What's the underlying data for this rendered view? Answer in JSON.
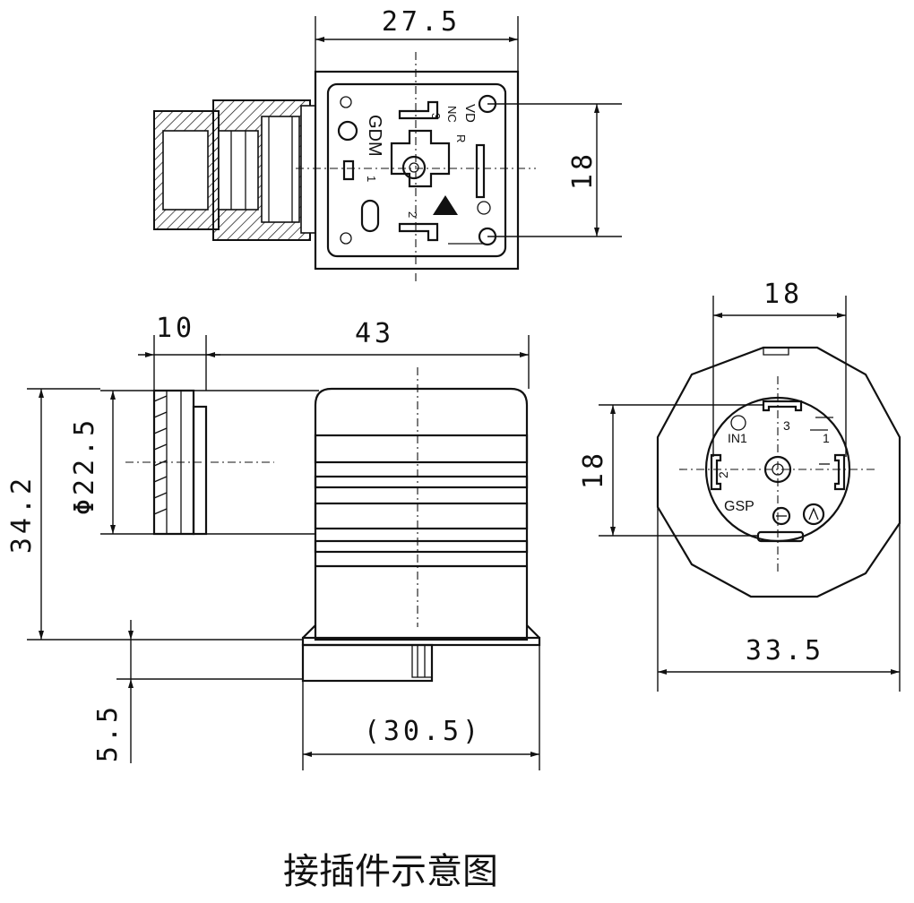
{
  "dimensions": {
    "top_width": "27.5",
    "top_height": "18",
    "side_nut_length": "10",
    "side_body_length": "43",
    "side_diameter": "Φ22.5",
    "side_height": "34.2",
    "side_flange": "5.5",
    "side_base_width": "(30.5)",
    "front_inner_width": "18",
    "front_inner_height": "18",
    "front_outer_width": "33.5"
  },
  "markings": {
    "top_brand": "GDM",
    "top_pin_1": "1",
    "top_pin_2": "2",
    "top_pin_3": "3",
    "top_voltage": "VD",
    "top_voltage_sub": "NC",
    "top_r": "R",
    "front_brand": "GSP",
    "front_pin_1": "1",
    "front_pin_2": "2",
    "front_pin_3": "3",
    "front_in": "IN1"
  },
  "caption": "接插件示意图"
}
